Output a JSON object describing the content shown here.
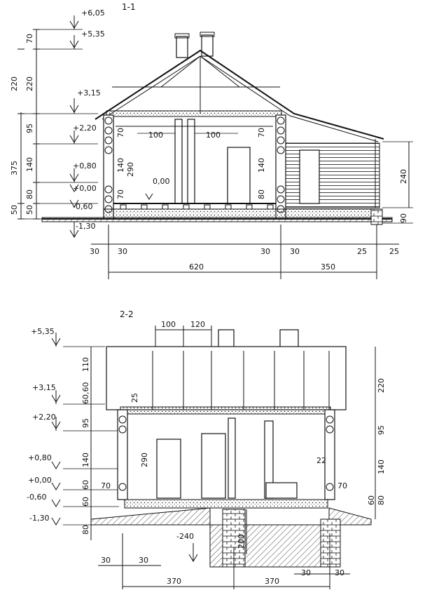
{
  "sections": {
    "s1": {
      "title": "1-1",
      "elevations": [
        "+6,05",
        "+5,35",
        "+3,15",
        "+2,20",
        "+0,80",
        "+0,00",
        "-0,60",
        "-1,30"
      ],
      "left_dims_inner": [
        "70",
        "220",
        "95",
        "140",
        "80",
        "50"
      ],
      "left_dims_outer": [
        "220",
        "375",
        "50"
      ],
      "interior_dims": [
        "100",
        "100",
        "70",
        "70",
        "140",
        "290",
        "140",
        "70",
        "80",
        "0,00"
      ],
      "right_dims": [
        "240",
        "90"
      ],
      "bottom_dims": [
        "30",
        "30",
        "30",
        "30",
        "25",
        "25",
        "620",
        "350"
      ]
    },
    "s2": {
      "title": "2-2",
      "elevations": [
        "+5,35",
        "+3,15",
        "+2,20",
        "+0,80",
        "+0,00",
        "-0,60",
        "-1,30"
      ],
      "top_dims": [
        "100",
        "120"
      ],
      "left_dims": [
        "110",
        "60,60",
        "95",
        "140",
        "60",
        "60",
        "80",
        "70"
      ],
      "interior_dims": [
        "25",
        "290",
        "22",
        "70",
        "200",
        "-240"
      ],
      "right_dims": [
        "220",
        "95",
        "140",
        "80",
        "60"
      ],
      "bottom_dims": [
        "30",
        "30",
        "30",
        "30",
        "370",
        "370"
      ]
    }
  }
}
